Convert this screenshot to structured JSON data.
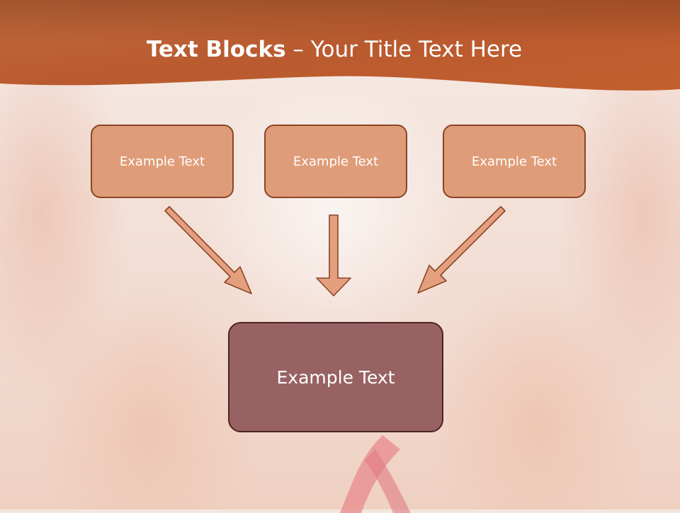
{
  "slide": {
    "title_bold": "Text Blocks",
    "title_rest": " – Your Title Text Here"
  },
  "blocks": {
    "top": [
      "Example Text",
      "Example Text",
      "Example Text"
    ],
    "bottom": "Example Text"
  },
  "colors": {
    "header": "#c8683a",
    "small_box_fill": "#df9c78",
    "small_box_border": "#8a4526",
    "big_box_fill": "#986263",
    "big_box_border": "#4a2424",
    "arrow_fill": "#e4a07e",
    "arrow_stroke": "#8a4526"
  }
}
